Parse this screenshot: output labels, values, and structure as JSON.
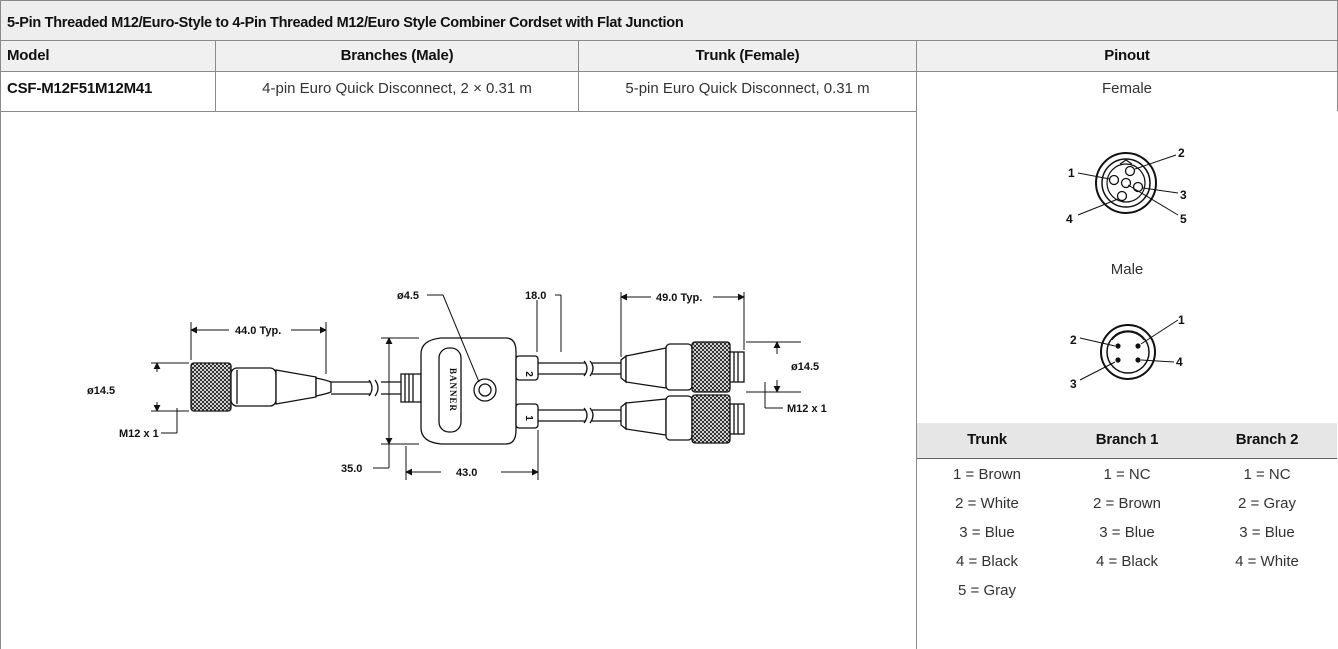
{
  "title": "5-Pin Threaded M12/Euro-Style to 4-Pin Threaded M12/Euro Style Combiner Cordset with Flat Junction",
  "headers": {
    "model": "Model",
    "branches": "Branches (Male)",
    "trunk": "Trunk (Female)",
    "pinout": "Pinout"
  },
  "row": {
    "model": "CSF-M12F51M12M41",
    "branches": "4-pin Euro Quick Disconnect, 2 × 0.31 m",
    "trunk": "5-pin Euro Quick Disconnect, 0.31 m"
  },
  "pinout": {
    "female_label": "Female",
    "male_label": "Male",
    "female_pins": [
      "1",
      "2",
      "3",
      "4",
      "5"
    ],
    "male_pins": [
      "1",
      "2",
      "3",
      "4"
    ],
    "wire_headers": [
      "Trunk",
      "Branch 1",
      "Branch 2"
    ],
    "wire_columns": [
      [
        "1 = Brown",
        "2 = White",
        "3 = Blue",
        "4 = Black",
        "5 = Gray"
      ],
      [
        "1 = NC",
        "2 = Brown",
        "3 = Blue",
        "4 = Black"
      ],
      [
        "1 = NC",
        "2 = Gray",
        "3 = Blue",
        "4 = White"
      ]
    ]
  },
  "drawing": {
    "dim_left_length": "44.0 Typ.",
    "dim_left_dia": "ø14.5",
    "dim_left_thread": "M12 x 1",
    "dim_hole": "ø4.5",
    "dim_gap": "18.0",
    "dim_height": "35.0",
    "dim_width": "43.0",
    "dim_right_length": "49.0 Typ.",
    "dim_right_dia": "ø14.5",
    "dim_right_thread": "M12 x 1",
    "logo_text": "BANNER",
    "branch_mark_top": "2",
    "branch_mark_bottom": "1"
  },
  "colors": {
    "title_bg": "#eeeeee",
    "rule": "#8a8a8a",
    "wire_header_bg": "#e6e6e6"
  }
}
